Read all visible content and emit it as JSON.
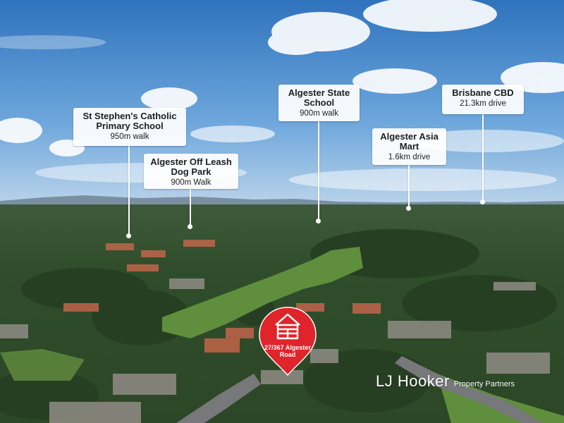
{
  "callouts": [
    {
      "title": "St Stephen's Catholic Primary School",
      "distance": "950m walk"
    },
    {
      "title": "Algester Off Leash Dog Park",
      "distance": "900m Walk"
    },
    {
      "title": "Algester State School",
      "distance": "900m walk"
    },
    {
      "title": "Algester Asia Mart",
      "distance": "1.6km drive"
    },
    {
      "title": "Brisbane CBD",
      "distance": "21.3km drive"
    }
  ],
  "property": {
    "address": "27/367 Algester Road",
    "pin_color": "#e0242b",
    "icon": "house-icon"
  },
  "branding": {
    "name": "LJ Hooker",
    "office": "Property Partners"
  },
  "colors": {
    "sky": "#3f86c9",
    "callout_bg": "#ffffff",
    "pin": "#e0242b"
  }
}
